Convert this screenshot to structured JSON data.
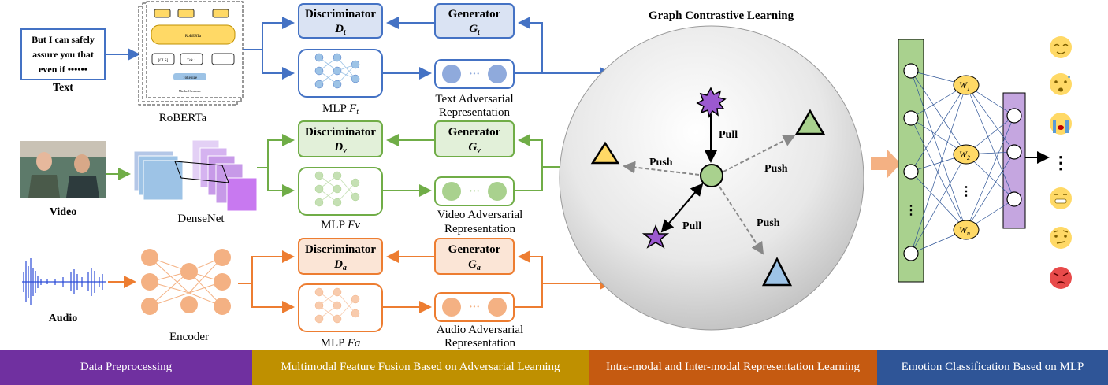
{
  "text_input": {
    "line1": "But I can safely",
    "line2": "assure you that",
    "line3": "even if ••••••"
  },
  "labels": {
    "text": "Text",
    "video": "Video",
    "audio": "Audio",
    "roberta": "RoBERTa",
    "densenet": "DenseNet",
    "encoder": "Encoder"
  },
  "roberta_inner": {
    "head": "RoBERTa",
    "tok1": "[CLS]",
    "tok2": "Tok 1",
    "tok3": "...",
    "tokenizer": "Tokenize",
    "sentence": "Masked Sentence"
  },
  "text_branch": {
    "disc": "Discriminator",
    "disc_sym": "D",
    "disc_sub": "t",
    "gen": "Generator",
    "gen_sym": "G",
    "gen_sub": "t",
    "mlp": "MLP",
    "mlp_sym": "F",
    "mlp_sub": "t",
    "rep1": "Text Adversarial",
    "rep2": "Representation"
  },
  "video_branch": {
    "disc": "Discriminator",
    "disc_sym": "D",
    "disc_sub": "v",
    "gen": "Generator",
    "gen_sym": "G",
    "gen_sub": "v",
    "mlp": "MLP",
    "mlp_sym": "Fv",
    "rep1": "Video Adversarial",
    "rep2": "Representation"
  },
  "audio_branch": {
    "disc": "Discriminator",
    "disc_sym": "D",
    "disc_sub": "a",
    "gen": "Generator",
    "gen_sym": "G",
    "gen_sub": "a",
    "mlp": "MLP",
    "mlp_sym": "Fa",
    "rep1": "Audio Adversarial",
    "rep2": "Representation"
  },
  "graph": {
    "title": "Graph Contrastive Learning",
    "pull1": "Pull",
    "pull2": "Pull",
    "push1": "Push",
    "push2": "Push",
    "push3": "Push"
  },
  "classifier": {
    "w1": "W",
    "w1s": "1",
    "w2": "W",
    "w2s": "2",
    "wn": "W",
    "wns": "n",
    "dots": "⋮"
  },
  "stages": [
    {
      "label": "Data Preprocessing",
      "color": "#7030a0"
    },
    {
      "label": "Multimodal Feature Fusion Based on Adversarial Learning",
      "color": "#bf9000"
    },
    {
      "label": "Intra-modal and Inter-modal Representation Learning",
      "color": "#c55a11"
    },
    {
      "label": "Emotion Classification Based on MLP",
      "color": "#2f5597"
    }
  ],
  "colors": {
    "text": "#4472c4",
    "video": "#70ad47",
    "audio": "#ed7d31"
  }
}
